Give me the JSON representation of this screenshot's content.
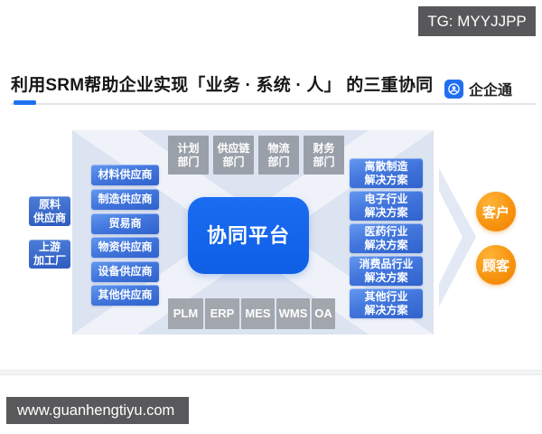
{
  "badge": {
    "text": "TG: MYYJJPP"
  },
  "header": {
    "title": "利用SRM帮助企业实现「业务 · 系统 · 人」 的三重协同",
    "brand": "企企通"
  },
  "diagram": {
    "platform": "协同平台",
    "left_chain": [
      {
        "line1": "原料",
        "line2": "供应商"
      },
      {
        "line1": "上游",
        "line2": "加工厂"
      }
    ],
    "suppliers": [
      "材料供应商",
      "制造供应商",
      "贸易商",
      "物资供应商",
      "设备供应商",
      "其他供应商"
    ],
    "departments": [
      {
        "line1": "计划",
        "line2": "部门"
      },
      {
        "line1": "供应链",
        "line2": "部门"
      },
      {
        "line1": "物流",
        "line2": "部门"
      },
      {
        "line1": "财务",
        "line2": "部门"
      }
    ],
    "systems": [
      "PLM",
      "ERP",
      "MES",
      "WMS",
      "OA"
    ],
    "solutions": [
      {
        "line1": "离散制造",
        "line2": "解决方案"
      },
      {
        "line1": "电子行业",
        "line2": "解决方案"
      },
      {
        "line1": "医药行业",
        "line2": "解决方案"
      },
      {
        "line1": "消费品行业",
        "line2": "解决方案"
      },
      {
        "line1": "其他行业",
        "line2": "解决方案"
      }
    ],
    "customers": [
      "客户",
      "顾客"
    ]
  },
  "footer": {
    "url": "www.guanhengtiyu.com"
  },
  "colors": {
    "accent_blue": "#1f6ff0",
    "platform_blue": "#1565ea",
    "box_blue": "#4377dd",
    "box_gray": "#9aa0a9",
    "panel_blue": "#dce3f1",
    "orange": "#f79410",
    "badge_gray": "#58585a"
  }
}
